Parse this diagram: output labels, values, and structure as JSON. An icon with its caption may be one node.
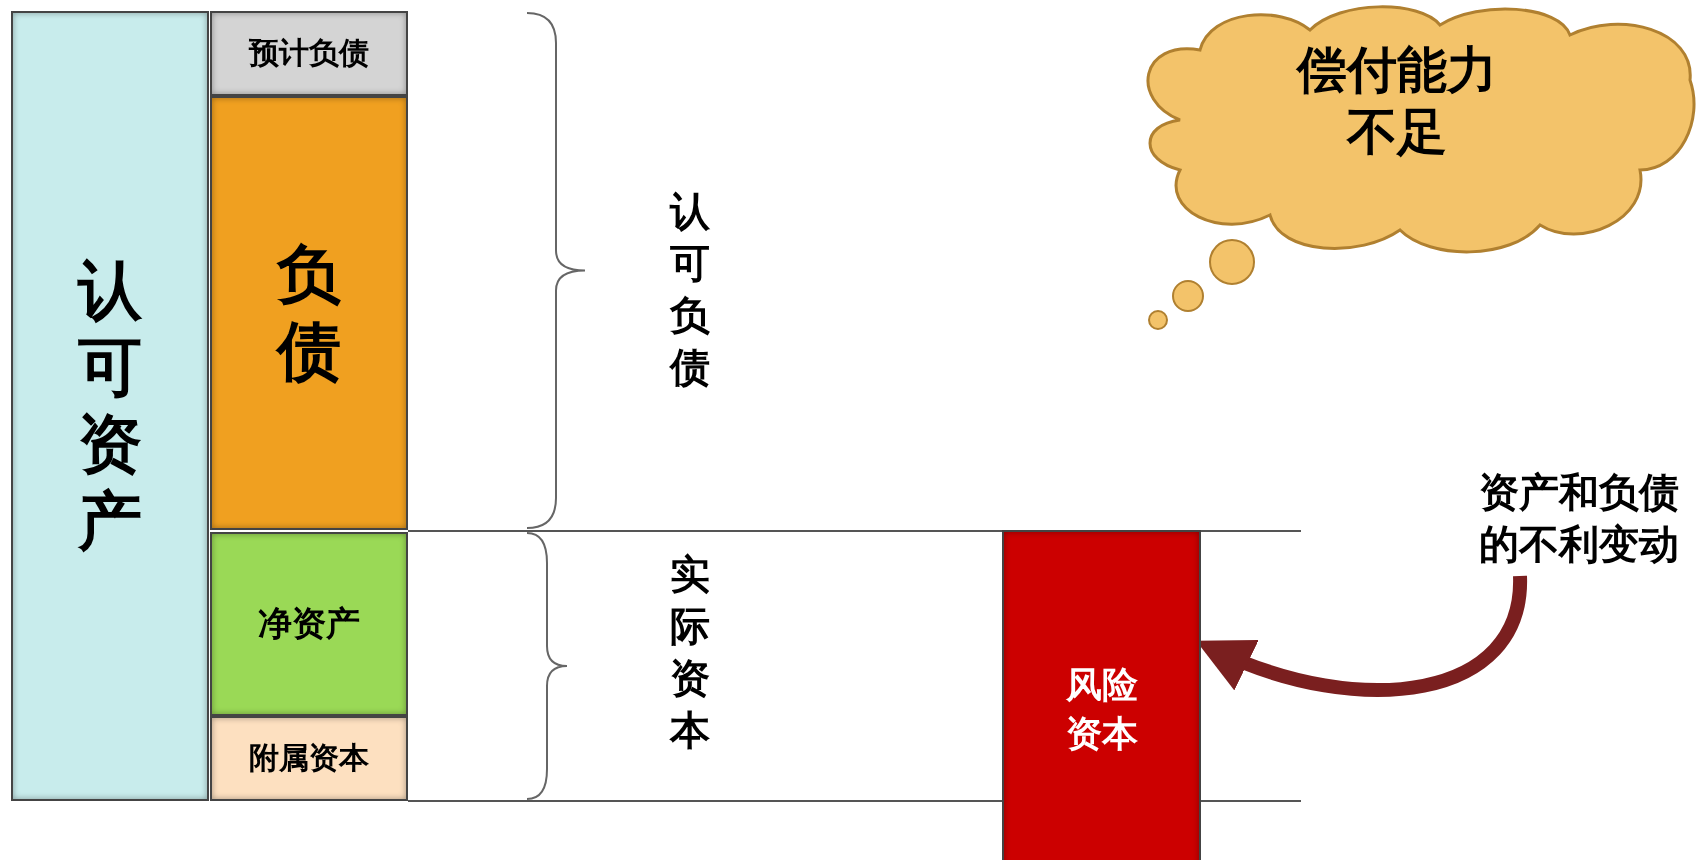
{
  "diagram": {
    "nodes": [
      {
        "text": [
          "认可资产"
        ]
      },
      {
        "text": [
          "预计负债"
        ]
      },
      {
        "text": [
          "负债"
        ]
      },
      {
        "text": [
          "净资产"
        ]
      },
      {
        "text": [
          "附属资本"
        ]
      },
      {
        "text": [
          "风险资本"
        ]
      },
      {
        "text": [
          "偿付能力不足"
        ]
      },
      {
        "text": [
          "资产和负债的不利变动"
        ]
      }
    ],
    "edges": [
      {
        "from": 7,
        "to": 5,
        "arrow": "to"
      }
    ],
    "labels": [
      "认可负债",
      "实际资本"
    ]
  }
}
